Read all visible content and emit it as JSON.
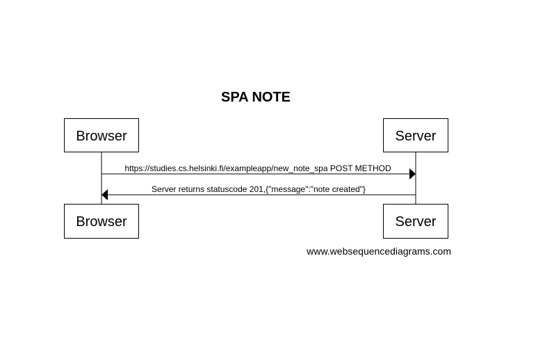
{
  "diagram": {
    "title": "SPA NOTE",
    "participants": [
      {
        "id": "browser",
        "label": "Browser"
      },
      {
        "id": "server",
        "label": "Server"
      }
    ],
    "messages": [
      {
        "from": "browser",
        "to": "server",
        "label": "https://studies.cs.helsinki.fi/exampleapp/new_note_spa POST METHOD"
      },
      {
        "from": "server",
        "to": "browser",
        "label": "Server returns statuscode 201,{\"message\":\"note created\"}"
      }
    ],
    "credit": "www.websequencediagrams.com",
    "colors": {
      "line": "#000000",
      "box_fill": "#ffffff",
      "background": "#ffffff"
    }
  }
}
